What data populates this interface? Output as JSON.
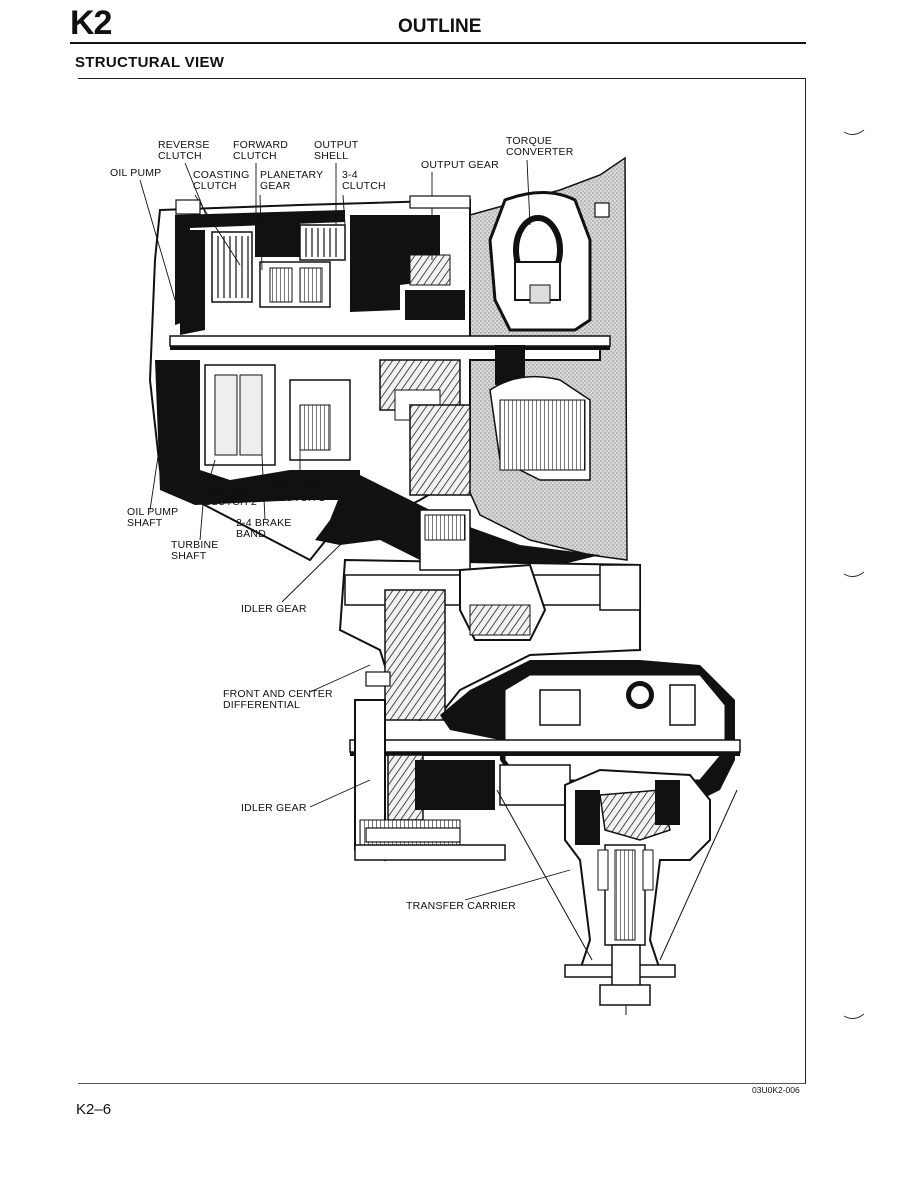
{
  "header": {
    "section_code": "K2",
    "title": "OUTLINE",
    "section_heading": "STRUCTURAL VIEW"
  },
  "figure": {
    "id": "03U0K2-006",
    "callouts": {
      "reverse_clutch": "REVERSE\nCLUTCH",
      "forward_clutch": "FORWARD\nCLUTCH",
      "output_shell": "OUTPUT\nSHELL",
      "torque_converter": "TORQUE\nCONVERTER",
      "output_gear": "OUTPUT GEAR",
      "oil_pump": "OIL PUMP",
      "coasting_clutch": "COASTING\nCLUTCH",
      "planetary_gear": "PLANETARY\nGEAR",
      "clutch_3_4": "3-4\nCLUTCH",
      "one_way_clutch_2": "ONE-WAY\nCLUTCH 2",
      "one_way_clutch_1": "ONE-WAY\nCLUTCH 1",
      "oil_pump_shaft": "OIL PUMP\nSHAFT",
      "brake_band_2_4": "2-4 BRAKE\nBAND",
      "turbine_shaft": "TURBINE\nSHAFT",
      "idler_gear_upper": "IDLER GEAR",
      "front_center_differential": "FRONT AND CENTER\nDIFFERENTIAL",
      "idler_gear_lower": "IDLER GEAR",
      "transfer_carrier": "TRANSFER CARRIER"
    }
  },
  "footer": {
    "page_number": "K2–6"
  }
}
